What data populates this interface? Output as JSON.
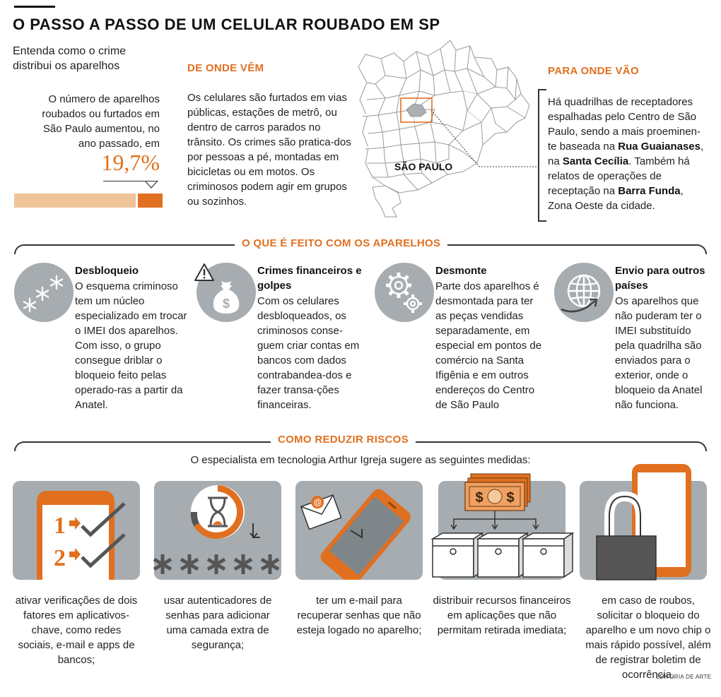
{
  "title": "O PASSO A PASSO DE UM CELULAR ROUBADO EM SP",
  "subtitle": "Entenda como o crime distribui os aparelhos",
  "intro": {
    "text": "O número de aparelhos roubados ou furtados em São Paulo aumentou, no ano passado, em",
    "value": "19,7%",
    "increase_fraction": 0.197
  },
  "de_onde": {
    "heading": "DE ONDE VÊM",
    "text": "Os celulares são furtados em vias públicas, estações de metrô, ou dentro de carros parados no trânsito. Os crimes são pratica-dos por pessoas a pé, montadas em bicicletas ou em motos. Os criminosos podem agir em grupos ou sozinhos."
  },
  "map": {
    "label": "SÃO PAULO"
  },
  "para_onde": {
    "heading": "PARA ONDE VÃO",
    "t1": "Há quadrilhas de receptadores espalhadas pelo Centro de São Paulo, sendo a mais proeminen-te baseada na ",
    "b1": "Rua Guaianases",
    "t2": ", na ",
    "b2": "Santa Cecília",
    "t3": ". Também há relatos de operações de receptação na ",
    "b3": "Barra Funda",
    "t4": ", Zona Oeste da cidade."
  },
  "o_que": {
    "heading": "O QUE É FEITO COM OS APARELHOS",
    "items": [
      {
        "title": "Desbloqueio",
        "text": "O esquema criminoso tem um núcleo especializado em trocar o IMEI dos aparelhos. Com isso, o grupo consegue driblar o bloqueio feito pelas operado-ras a partir da Anatel.",
        "icon": "asterisk-icon"
      },
      {
        "title": "Crimes financeiros e golpes",
        "text": "Com os celulares desbloqueados, os criminosos conse-guem criar contas em bancos com dados contrabandea-dos e fazer transa-ções financeiras.",
        "icon": "money-bag-icon"
      },
      {
        "title": "Desmonte",
        "text": "Parte dos aparelhos é desmontada para ter as peças vendidas separadamente, em especial em pontos de comércio na Santa Ifigênia e em outros endereços do Centro de São Paulo",
        "icon": "gears-icon"
      },
      {
        "title": "Envio para outros países",
        "text": "Os aparelhos que não puderam ter o IMEI substituído pela quadrilha são enviados para o exterior, onde o bloqueio da Anatel não funciona.",
        "icon": "globe-icon"
      }
    ]
  },
  "como": {
    "heading": "COMO REDUZIR RISCOS",
    "intro": "O especialista em tecnologia Arthur Igreja sugere as seguintes medidas:",
    "items": [
      {
        "text": "ativar verificações de dois fatores em aplicativos-chave, como redes sociais, e-mail e apps de bancos;",
        "icon": "two-factor-icon",
        "n1": "1",
        "n2": "2"
      },
      {
        "text": "usar autenticadores de senhas para adicionar uma camada extra de segurança;",
        "icon": "hourglass-icon"
      },
      {
        "text": "ter um e-mail para recuperar senhas que não esteja logado no aparelho;",
        "icon": "email-phone-icon"
      },
      {
        "text": "distribuir recursos financeiros em aplicações que não permitam retirada imediata;",
        "icon": "money-boxes-icon"
      },
      {
        "text": "em caso de roubos, solicitar o bloqueio do aparelho e um novo chip o mais rápido possível, além de registrar boletim de ocorrência.",
        "icon": "padlock-phone-icon"
      }
    ]
  },
  "credit": "EDITORIA DE ARTE",
  "colors": {
    "accent": "#e07020",
    "bar_light": "#f0c49a",
    "icon_gray": "#a6acb0",
    "ink": "#333333"
  }
}
